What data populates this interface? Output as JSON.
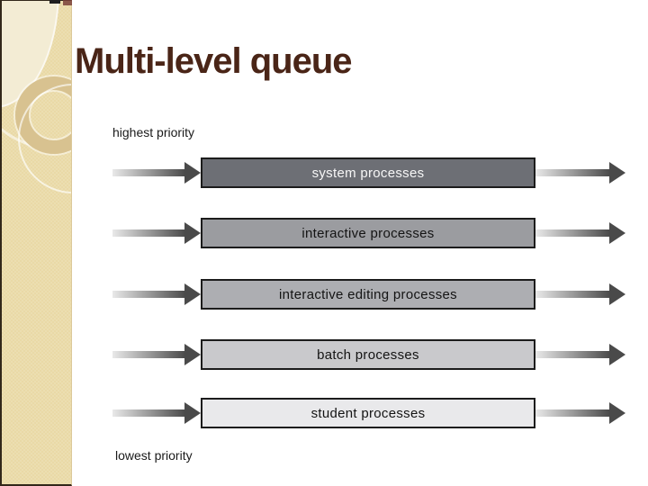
{
  "slide": {
    "title": "Multi-level queue",
    "title_color": "#4a2517"
  },
  "sidebar": {
    "base_color": "#e9d9a6",
    "light_circle_color": "#f3ecd4",
    "ring_color": "#d8c290"
  },
  "diagram": {
    "highest_label": "highest priority",
    "lowest_label": "lowest priority",
    "queues": [
      {
        "label": "system processes",
        "fill": "#6d6f75",
        "text_color": "#f7f7f7"
      },
      {
        "label": "interactive processes",
        "fill": "#9b9ca0",
        "text_color": "#141414"
      },
      {
        "label": "interactive editing processes",
        "fill": "#adaeb2",
        "text_color": "#141414"
      },
      {
        "label": "batch processes",
        "fill": "#c9c9cc",
        "text_color": "#141414"
      },
      {
        "label": "student processes",
        "fill": "#e9e9eb",
        "text_color": "#141414"
      }
    ],
    "arrow": {
      "gradient_from": "#e9e9e9",
      "gradient_to": "#4c4c4c",
      "head_color": "#4a4a4a"
    }
  }
}
